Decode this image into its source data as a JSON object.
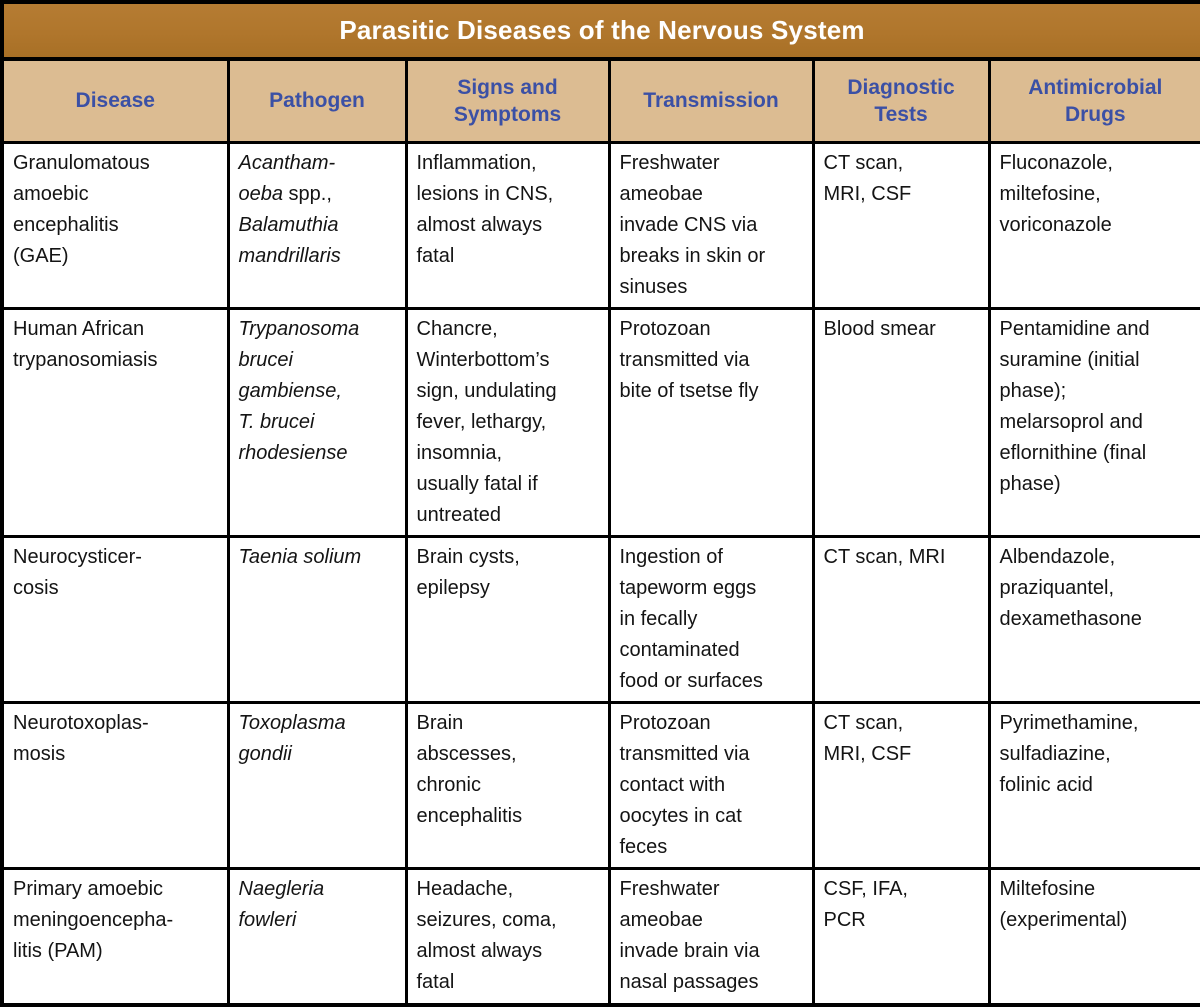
{
  "title": "Parasitic Diseases of the Nervous System",
  "colors": {
    "title_bg": "#b0762c",
    "title_text": "#ffffff",
    "header_bg": "#dcbc92",
    "header_text": "#3b50a5",
    "body_bg": "#ffffff",
    "body_text": "#141414",
    "border": "#000000"
  },
  "columns": [
    {
      "key": "disease",
      "label": "Disease"
    },
    {
      "key": "pathogen",
      "label": "Pathogen"
    },
    {
      "key": "signs",
      "label": "Signs and\nSymptoms"
    },
    {
      "key": "transmission",
      "label": "Transmission"
    },
    {
      "key": "diagnostic",
      "label": "Diagnostic\nTests"
    },
    {
      "key": "drugs",
      "label": "Antimicrobial\nDrugs"
    }
  ],
  "rows": [
    {
      "disease": "Granulomatous\namoebic\nencephalitis\n(GAE)",
      "pathogen_segments": [
        {
          "text": "Acantham-\noeba",
          "italic": true
        },
        {
          "text": " spp.,",
          "italic": false
        },
        {
          "text": "\nBalamuthia\nmandrillaris",
          "italic": true
        }
      ],
      "signs": "Inflammation,\nlesions in CNS,\nalmost always\nfatal",
      "transmission": "Freshwater\nameobae\ninvade CNS via\nbreaks in skin or\nsinuses",
      "diagnostic": "CT scan,\nMRI, CSF",
      "drugs": "Fluconazole,\nmiltefosine,\nvoriconazole"
    },
    {
      "disease": "Human African\ntrypanosomiasis",
      "pathogen_segments": [
        {
          "text": "Trypanosoma\nbrucei\ngambiense,\nT. brucei\nrhodesiense",
          "italic": true
        }
      ],
      "signs": "Chancre,\nWinterbottom’s\nsign, undulating\nfever, lethargy,\ninsomnia,\nusually fatal if\nuntreated",
      "transmission": "Protozoan\ntransmitted via\nbite of tsetse fly",
      "diagnostic": "Blood smear",
      "drugs": "Pentamidine and\nsuramine (initial\nphase);\nmelarsoprol and\neflornithine (final\nphase)"
    },
    {
      "disease": "Neurocysticer-\ncosis",
      "pathogen_segments": [
        {
          "text": "Taenia solium",
          "italic": true
        }
      ],
      "signs": "Brain cysts,\nepilepsy",
      "transmission": "Ingestion of\ntapeworm eggs\nin fecally\ncontaminated\nfood or surfaces",
      "diagnostic": "CT scan, MRI",
      "drugs": "Albendazole,\npraziquantel,\ndexamethasone"
    },
    {
      "disease": "Neurotoxoplas-\nmosis",
      "pathogen_segments": [
        {
          "text": "Toxoplasma\ngondii",
          "italic": true
        }
      ],
      "signs": "Brain\nabscesses,\nchronic\nencephalitis",
      "transmission": "Protozoan\ntransmitted via\ncontact with\noocytes in cat\nfeces",
      "diagnostic": "CT scan,\nMRI, CSF",
      "drugs": "Pyrimethamine,\nsulfadiazine,\nfolinic acid"
    },
    {
      "disease": "Primary amoebic\nmeningoencepha-\nlitis (PAM)",
      "pathogen_segments": [
        {
          "text": "Naegleria\nfowleri",
          "italic": true
        }
      ],
      "signs": "Headache,\nseizures, coma,\nalmost always\nfatal",
      "transmission": "Freshwater\nameobae\ninvade brain via\nnasal passages",
      "diagnostic": "CSF, IFA,\nPCR",
      "drugs": "Miltefosine\n(experimental)"
    }
  ]
}
